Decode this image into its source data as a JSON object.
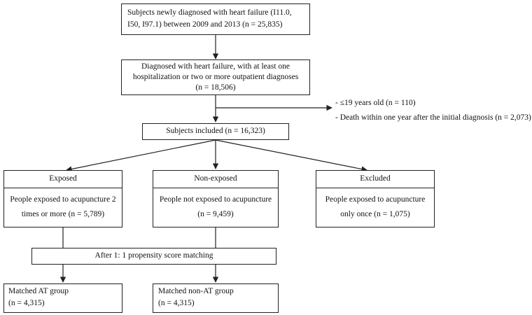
{
  "flowchart": {
    "step1": {
      "line1": "Subjects newly diagnosed with heart failure (I11.0,",
      "line2": "I50, I97.1) between 2009 and 2013 (n = 25,835)"
    },
    "step2": {
      "line1": "Diagnosed with heart failure, with at least one",
      "line2": "hospitalization or two or more outpatient diagnoses",
      "line3": "(n = 18,506)"
    },
    "exclusion": {
      "line1": "- ≤19 years old (n = 110)",
      "line2": "- Death within one year after the initial diagnosis (n = 2,073)"
    },
    "included": {
      "text": "Subjects included (n = 16,323)"
    },
    "exposed": {
      "title": "Exposed",
      "line1": "People exposed to acupuncture 2",
      "line2": "times or more (n = 5,789)"
    },
    "non_exposed": {
      "title": "Non-exposed",
      "line1": "People not exposed to acupuncture",
      "line2": "(n = 9,459)"
    },
    "excluded": {
      "title": "Excluded",
      "line1": "People exposed to acupuncture",
      "line2": "only once (n = 1,075)"
    },
    "matching": {
      "text": "After 1: 1 propensity score matching"
    },
    "matched_at": {
      "line1": "Matched AT group",
      "line2": "(n = 4,315)"
    },
    "matched_non_at": {
      "line1": "Matched non-AT group",
      "line2": "(n = 4,315)"
    }
  }
}
